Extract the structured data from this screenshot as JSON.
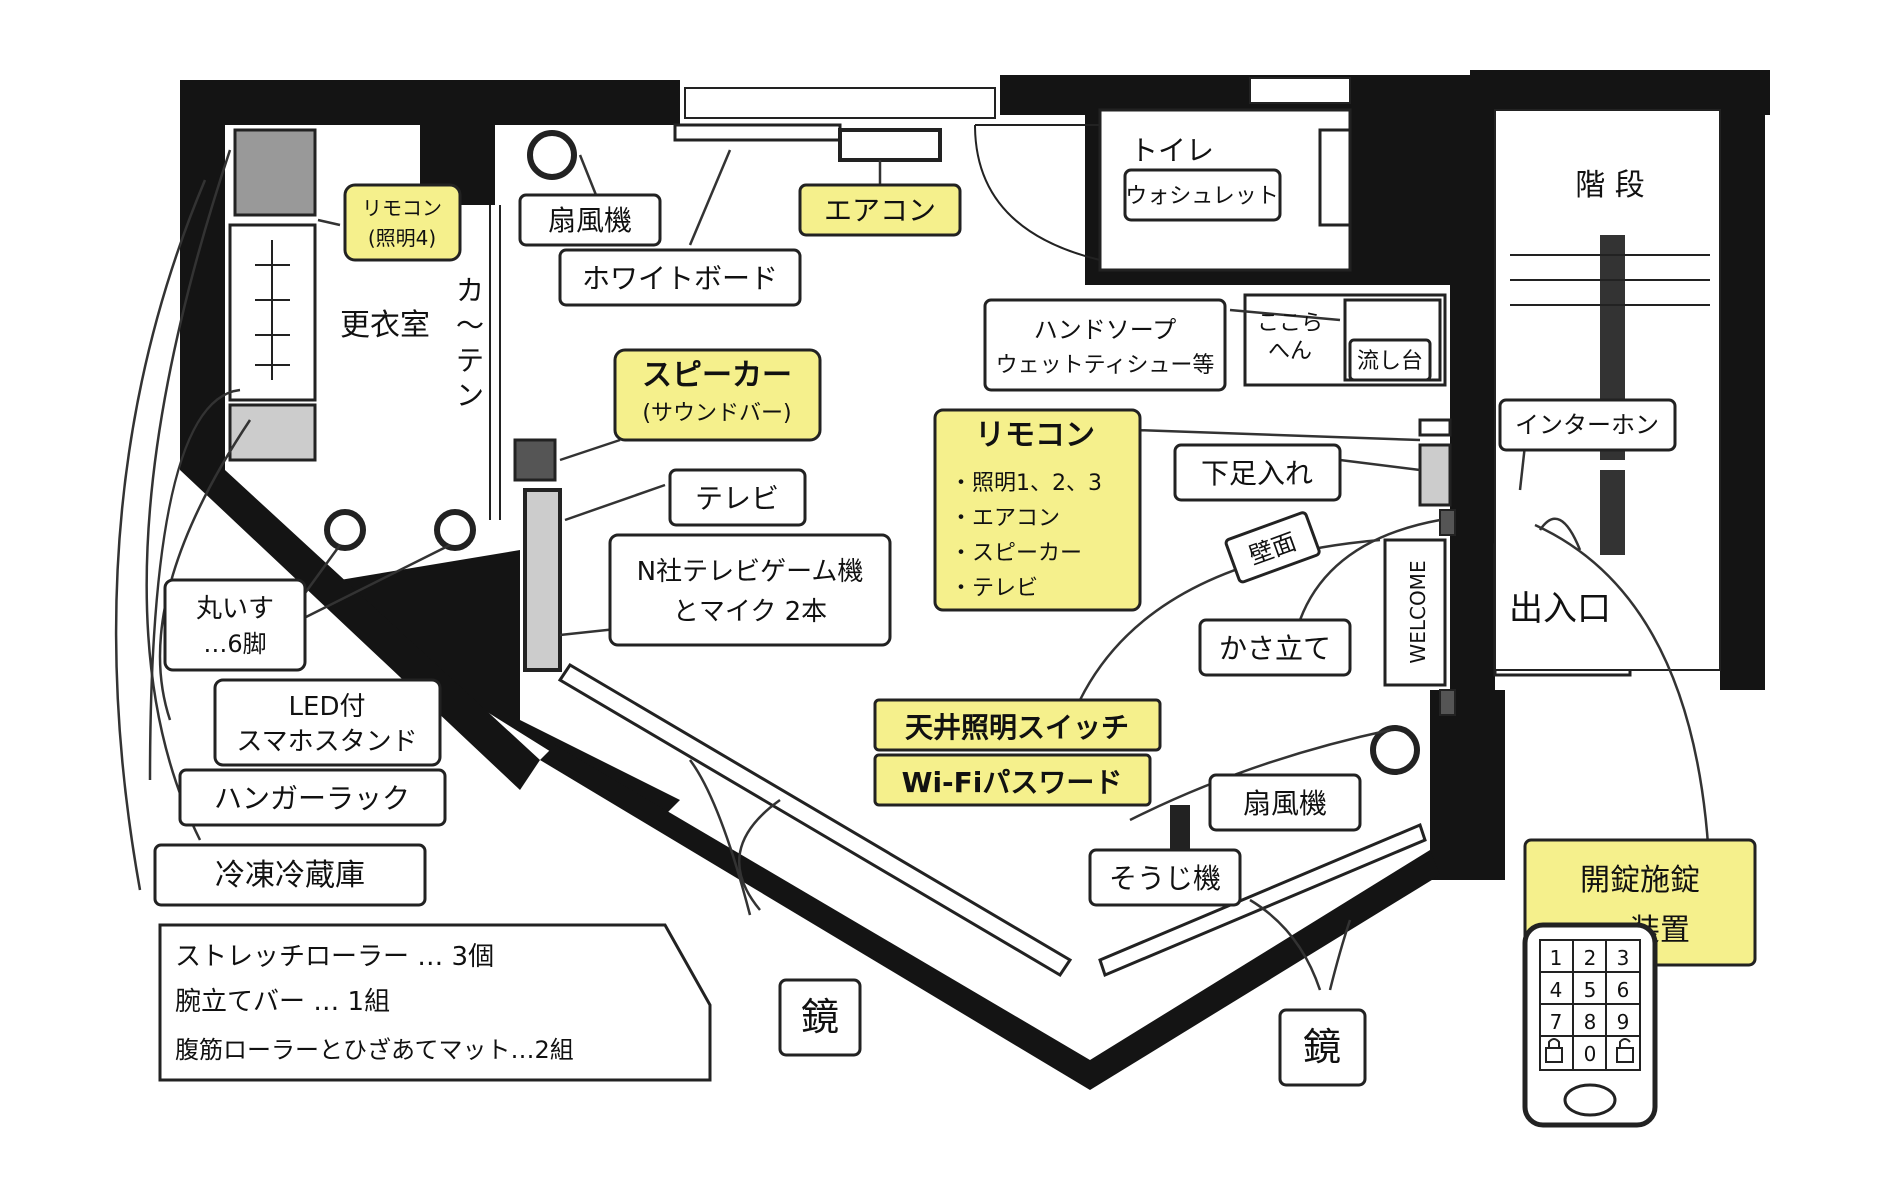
{
  "colors": {
    "wall": "#141414",
    "highlight": "#f5f08c",
    "paper": "#ffffff",
    "ink": "#222222"
  },
  "labels": {
    "remote_light4_line1": "リモコン",
    "remote_light4_line2": "(照明4)",
    "fan_top": "扇風機",
    "whiteboard": "ホワイトボード",
    "aircon": "エアコン",
    "toilet": "トイレ",
    "washlet": "ウォシュレット",
    "stairs": "階 段",
    "changing_room": "更衣室",
    "curtain_line1": "カ",
    "curtain_line2": "〜",
    "curtain_line3": "テ",
    "curtain_line4": "ン",
    "hand_soap_line1": "ハンドソープ",
    "hand_soap_line2": "ウェットティシュー等",
    "around_here_line1": "ここら",
    "around_here_line2": "へん",
    "sink": "流し台",
    "speaker_line1": "スピーカー",
    "speaker_line2": "(サウンドバー)",
    "tv": "テレビ",
    "game_line1": "N社テレビゲーム機",
    "game_line2": "とマイク 2本",
    "remote_main_title": "リモコン",
    "remote_main_items": [
      "・照明1、2、3",
      "・エアコン",
      "・スピーカー",
      "・テレビ"
    ],
    "shoe_box": "下足入れ",
    "intercom": "インターホン",
    "wall_surface": "壁面",
    "welcome_mat": "WELCOME",
    "entrance": "出入口",
    "umbrella_stand": "かさ立て",
    "ceiling_switch": "天井照明スイッチ",
    "wifi_password": "Wi-Fiパスワード",
    "fan_bottom": "扇風機",
    "vacuum": "そうじ機",
    "round_chair_line1": "丸いす",
    "round_chair_line2": "…6脚",
    "led_stand_line1": "LED付",
    "led_stand_line2": "スマホスタンド",
    "hanger_rack": "ハンガーラック",
    "fridge": "冷凍冷蔵庫",
    "equipment_list": [
      "ストレッチローラー … 3個",
      "腕立てバー … 1組",
      "腹筋ローラーとひざあてマット…2組"
    ],
    "mirror_left": "鏡",
    "mirror_right": "鏡",
    "lock_device_line1": "開錠施錠",
    "lock_device_line2": "装置",
    "keypad_keys": [
      "1",
      "2",
      "3",
      "4",
      "5",
      "6",
      "7",
      "8",
      "9",
      "0"
    ]
  }
}
